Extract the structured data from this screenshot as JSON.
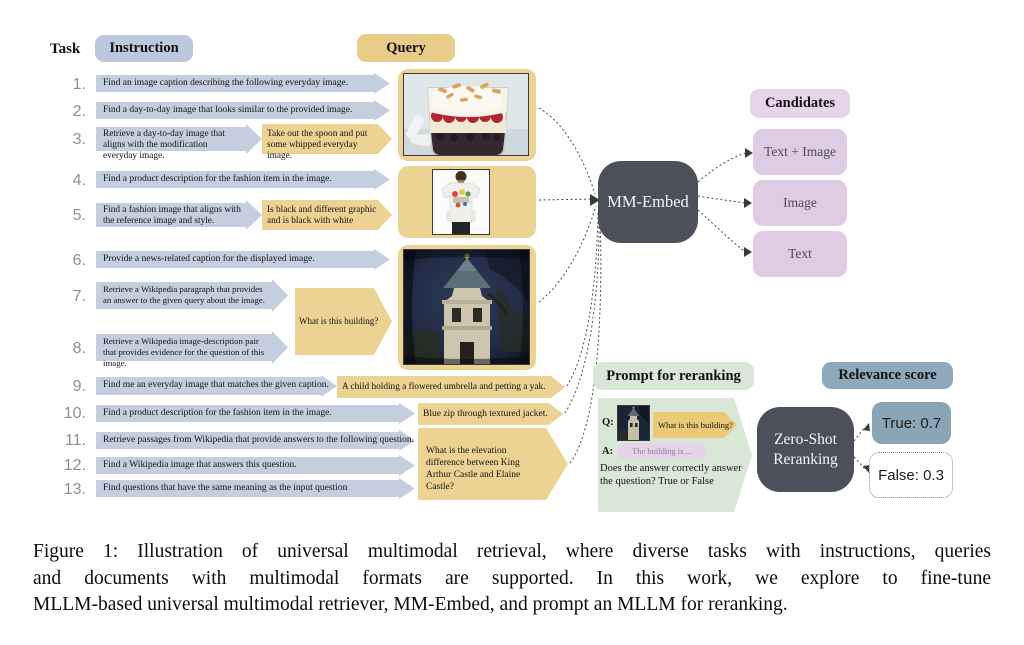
{
  "figure": {
    "task_label": "Task",
    "instruction_header": "Instruction",
    "query_header": "Query",
    "tasks": [
      {
        "num": "1.",
        "instruction": "Find an image caption describing the following everyday image."
      },
      {
        "num": "2.",
        "instruction": "Find a day-to-day image that looks similar to the provided image."
      },
      {
        "num": "3.",
        "instruction": "Retrieve a day-to-day image that aligns with the modification everyday image.",
        "query_text": "Take out the spoon and put some whipped everyday image."
      },
      {
        "num": "4.",
        "instruction": "Find a product description for the fashion item in the image."
      },
      {
        "num": "5.",
        "instruction": "Find a fashion image that aligns with the reference image and style.",
        "query_text": "Is black and different graphic and is black with white"
      },
      {
        "num": "6.",
        "instruction": "Provide a news-related caption for the displayed image."
      },
      {
        "num": "7.",
        "instruction": "Retrieve a Wikipedia paragraph that provides an answer to the given query about the image."
      },
      {
        "num": "8.",
        "instruction": "Retrieve a Wikipedia image-description pair that provides evidence for the question of this image."
      },
      {
        "num": "9.",
        "instruction": "Find me an everyday image that matches the given caption.",
        "query_text": "A child holding a flowered umbrella and petting a yak."
      },
      {
        "num": "10.",
        "instruction": "Find a product description for the fashion item in the image.",
        "query_text": "Blue zip through textured jacket."
      },
      {
        "num": "11.",
        "instruction": "Retrieve passages from Wikipedia that provide answers to the following question."
      },
      {
        "num": "12.",
        "instruction": "Find a Wikipedia image that answers this question."
      },
      {
        "num": "13.",
        "instruction": "Find questions that have the same meaning as the input question"
      }
    ],
    "shared_queries": {
      "building_question": "What is this building?",
      "castle_question": "What is the elevation difference between King Arthur Castle and Elaine Castle?"
    },
    "embed_model": "MM-Embed",
    "candidates": {
      "header": "Candidates",
      "items": [
        "Text + Image",
        "Image",
        "Text"
      ]
    },
    "reranking": {
      "prompt_header": "Prompt for reranking",
      "q_label": "Q:",
      "a_label": "A:",
      "question": "What is this building?",
      "answer": "The building is ...",
      "instruction_text": "Does the answer correctly answer the question? True or False",
      "model_label_line1": "Zero-Shot",
      "model_label_line2": "Reranking",
      "score_header": "Relevance score",
      "true_label": "True: 0.7",
      "false_label": "False: 0.3"
    },
    "colors": {
      "instruction_blue": "#c4cedf",
      "query_yellow": "#ecd293",
      "dark_box": "#4c505a",
      "candidate_purple": "#dfcbe4",
      "prompt_green": "#d8e7d6",
      "answer_purple": "#e5d3ea",
      "score_steel": "#8aa6b6"
    },
    "caption_lines": [
      "Figure 1: Illustration of universal multimodal retrieval, where diverse tasks with instructions, queries",
      "and documents with multimodal formats are supported.  In this work, we explore to fine-tune",
      "MLLM-based universal multimodal retriever, MM-Embed, and prompt an MLLM for reranking."
    ]
  }
}
